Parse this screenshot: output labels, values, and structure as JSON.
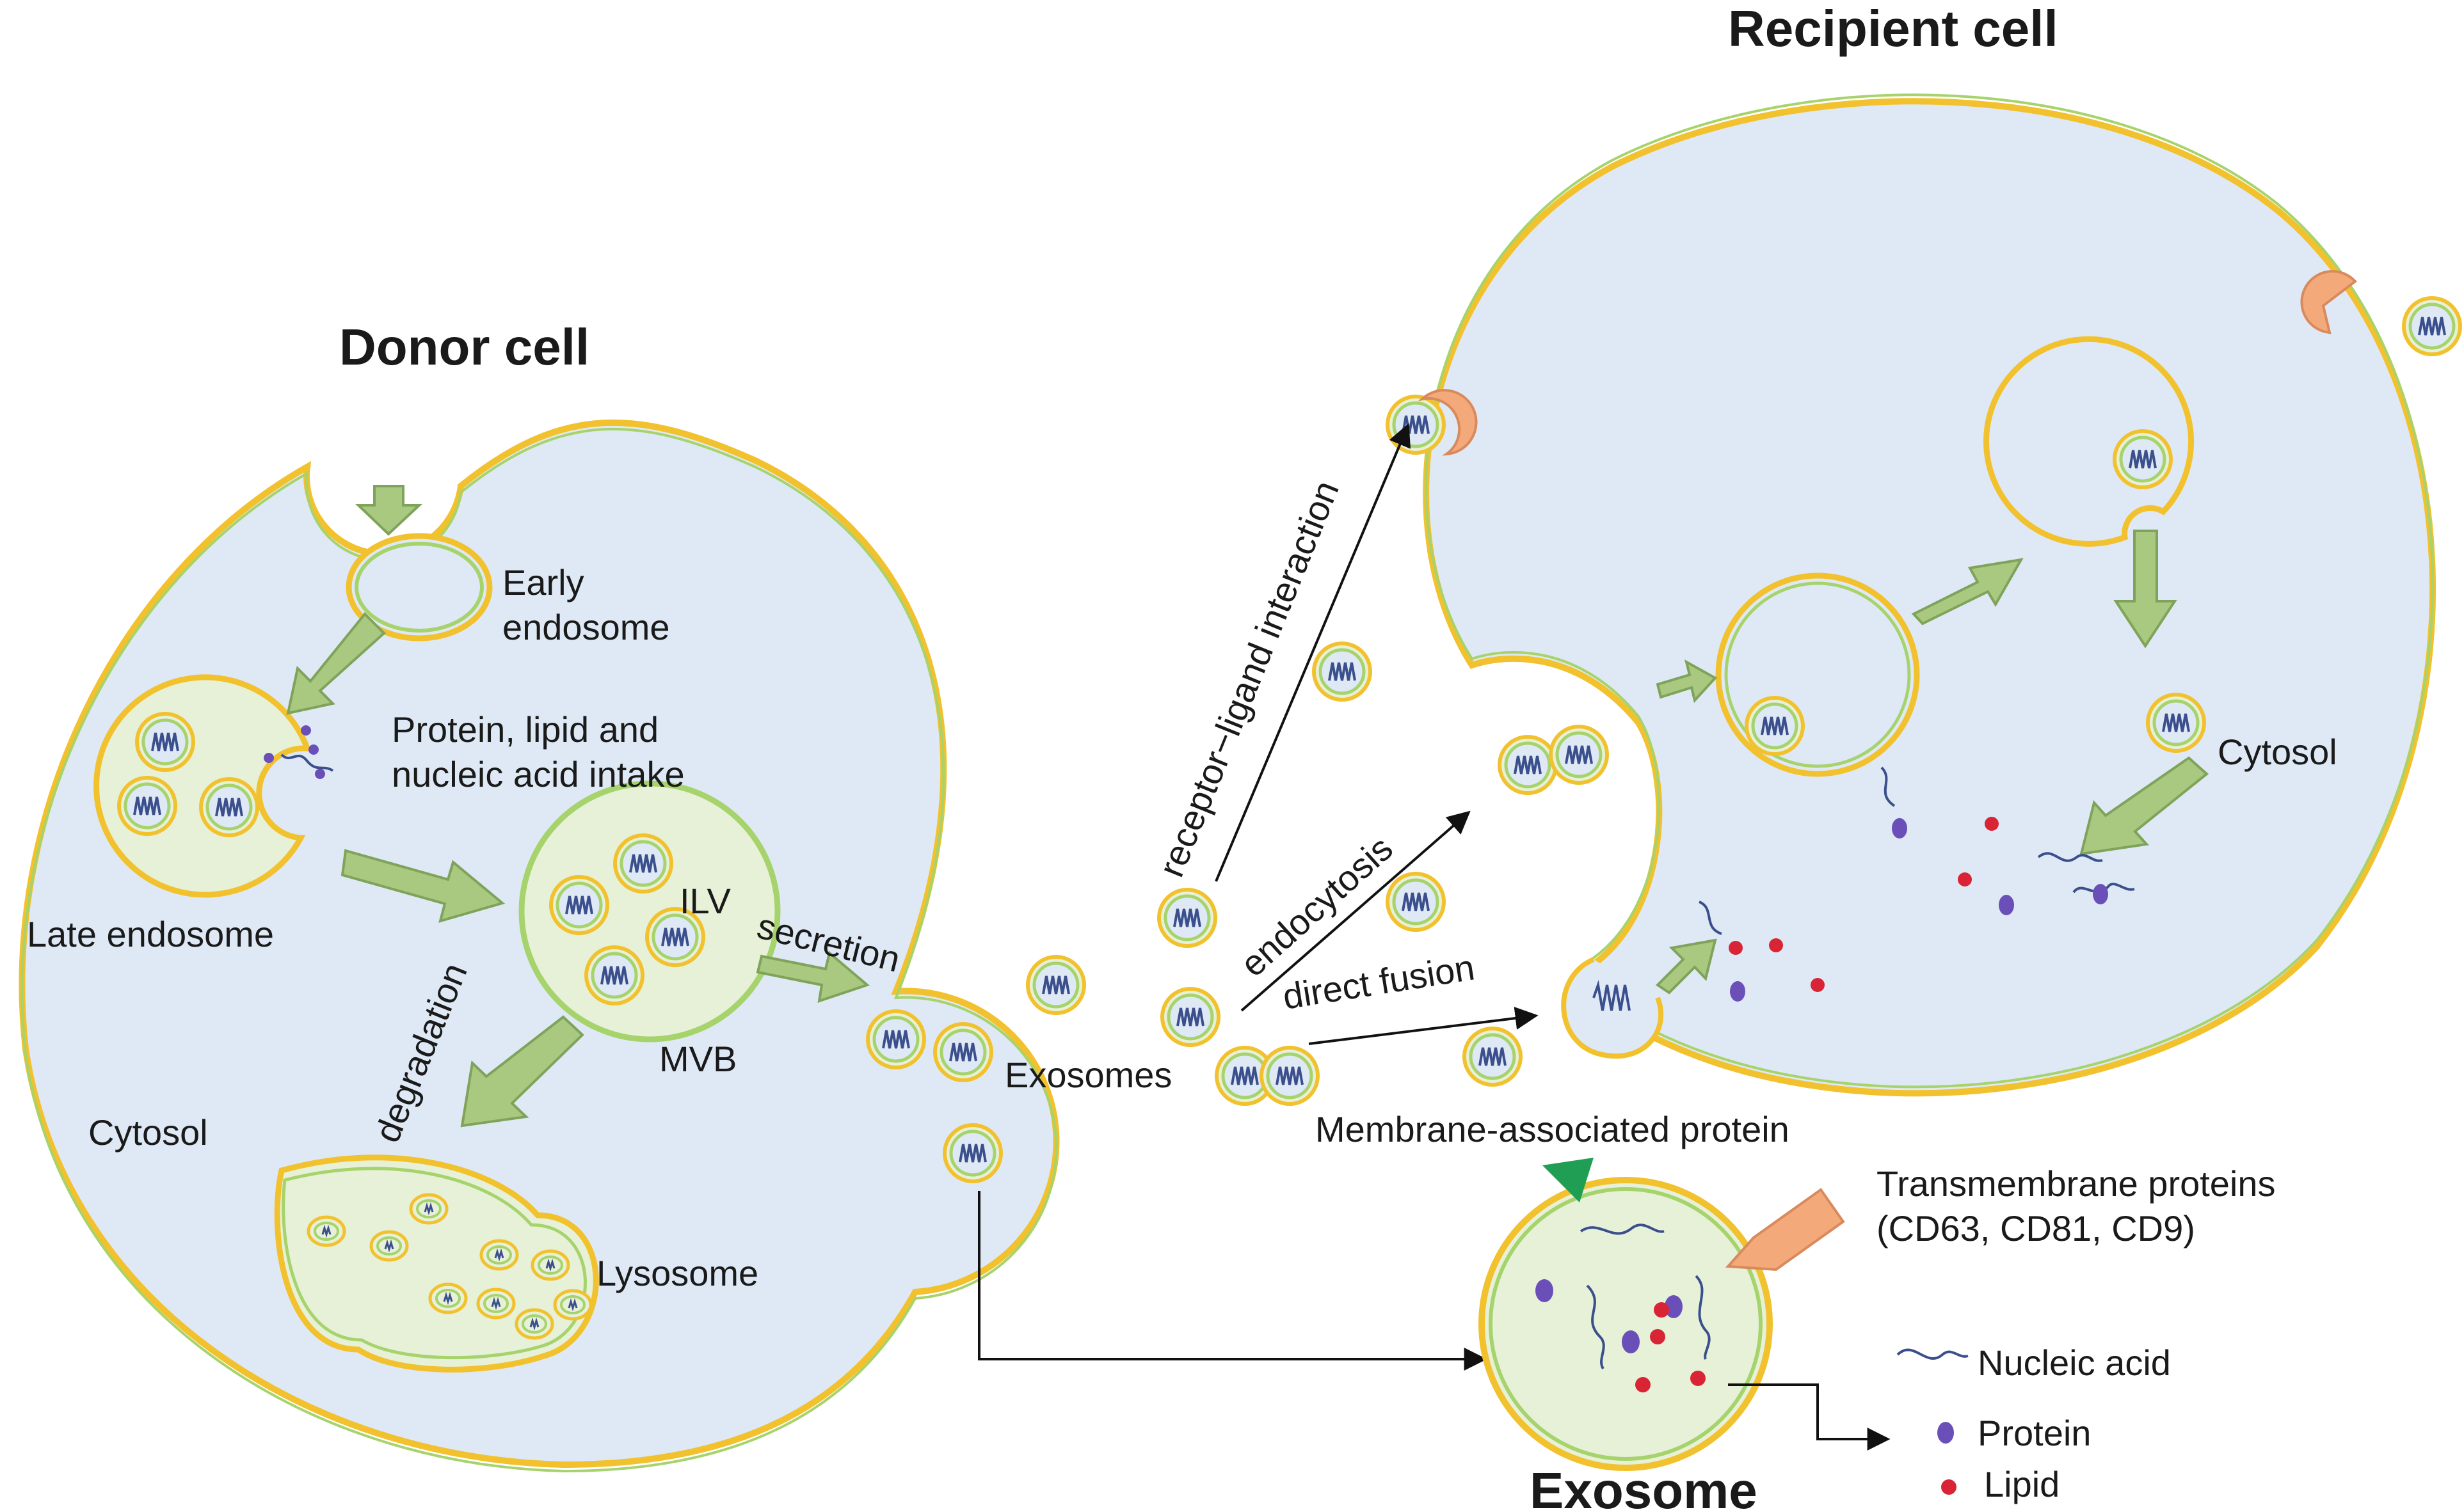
{
  "donor": {
    "title": "Donor cell",
    "early_endosome": "Early\nendosome",
    "intake": "Protein, lipid and\nnucleic acid intake",
    "late_endosome": "Late endosome",
    "ilv": "ILV",
    "mvb": "MVB",
    "degradation": "degradation",
    "cytosol": "Cytosol",
    "lysosome": "Lysosome",
    "secretion": "secretion"
  },
  "middle": {
    "exosomes": "Exosomes",
    "receptor_ligand": "receptor−ligand interaction",
    "endocytosis": "endocytosis",
    "direct_fusion": "direct fusion",
    "membrane_protein": "Membrane-associated protein"
  },
  "recipient": {
    "title": "Recipient cell",
    "cytosol": "Cytosol"
  },
  "exosome_detail": {
    "title": "Exosome",
    "transmembrane": "Transmembrane proteins\n(CD63, CD81, CD9)"
  },
  "legend": {
    "nucleic_acid": "Nucleic acid",
    "protein": "Protein",
    "lipid": "Lipid"
  },
  "colors": {
    "cell_fill": "#dfe9f5",
    "membrane_yellow": "#f2c12e",
    "membrane_green": "#a6d36c",
    "vesicle_fill": "#e6f1d8",
    "arrow_fill": "#a8c97f",
    "arrow_stroke": "#7fa35a",
    "receptor": "#f4a97a",
    "protein": "#6b4fb8",
    "lipid": "#d92435",
    "nucleic": "#3a4f8c",
    "marker_triangle": "#1f9e54"
  }
}
